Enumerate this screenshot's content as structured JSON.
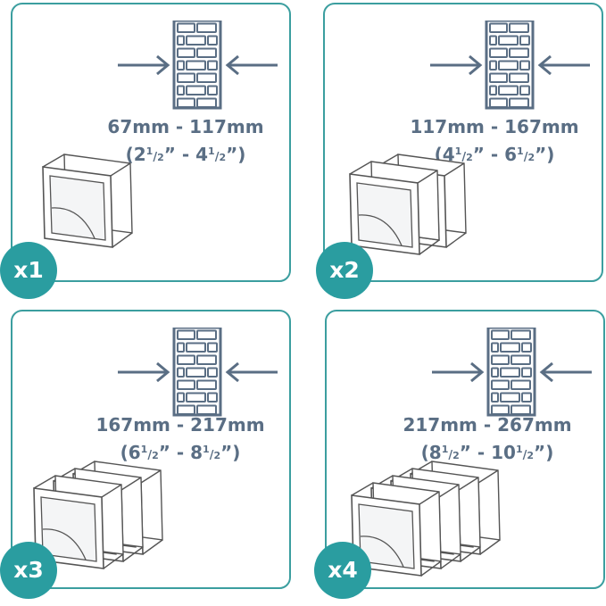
{
  "panels": [
    {
      "count_label": "x1",
      "range_mm": "67mm - 117mm",
      "range_in": {
        "a_whole": "2",
        "a_frac": "1/2",
        "b_whole": "4",
        "b_frac": "1/2"
      }
    },
    {
      "count_label": "x2",
      "range_mm": "117mm - 167mm",
      "range_in": {
        "a_whole": "4",
        "a_frac": "1/2",
        "b_whole": "6",
        "b_frac": "1/2"
      }
    },
    {
      "count_label": "x3",
      "range_mm": "167mm - 217mm",
      "range_in": {
        "a_whole": "6",
        "a_frac": "1/2",
        "b_whole": "8",
        "b_frac": "1/2"
      }
    },
    {
      "count_label": "x4",
      "range_mm": "217mm - 267mm",
      "range_in": {
        "a_whole": "8",
        "a_frac": "1/2",
        "b_whole": "10",
        "b_frac": "1/2"
      }
    }
  ],
  "icons": {
    "wall": "brick-wall-icon",
    "arrows": "compression-arrow-icon",
    "adapter": "duct-adapter-icon"
  },
  "colors": {
    "border": "#3b9e9f",
    "badge": "#2a9da0",
    "text": "#5a6e84"
  }
}
